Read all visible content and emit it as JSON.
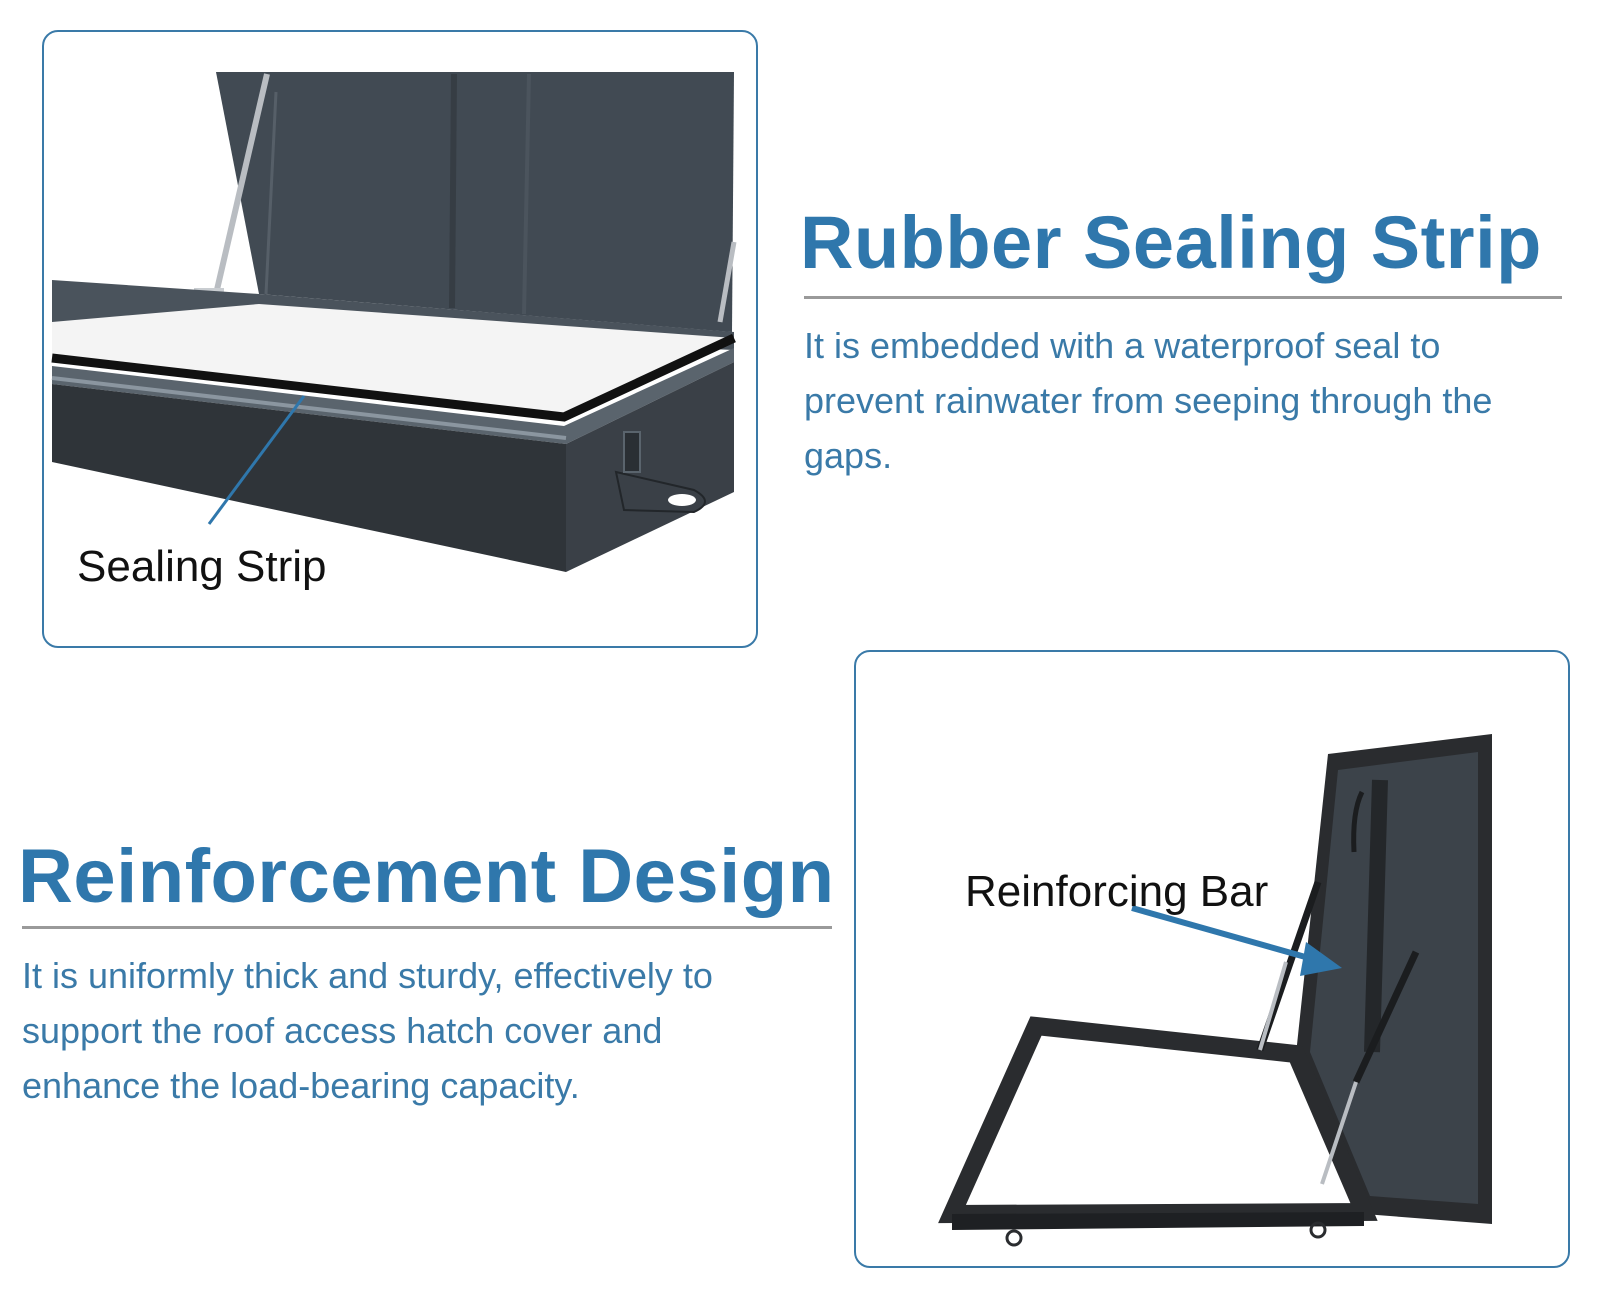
{
  "sealing_section": {
    "callout": "Sealing Strip",
    "heading": "Rubber Sealing Strip",
    "description": "It is embedded with a waterproof seal to prevent rainwater from seeping through the gaps."
  },
  "reinforcement_section": {
    "callout": "Reinforcing Bar",
    "heading": "Reinforcement Design",
    "description": "It is uniformly thick and sturdy, effectively to support the roof access hatch cover and enhance the load-bearing capacity."
  },
  "colors": {
    "accent_blue": "#2f77ac",
    "panel_border": "#3a7aa8",
    "divider_gray": "#9a9a9a",
    "hatch_dark": "#3c434a",
    "hatch_frame": "#2a2c2f"
  }
}
